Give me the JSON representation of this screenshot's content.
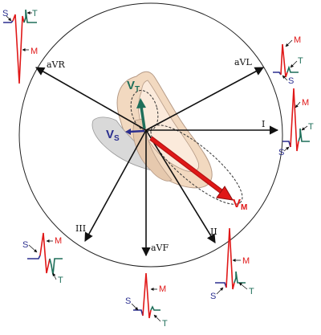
{
  "leads": {
    "aVR": "aVR",
    "aVL": "aVL",
    "I": "I",
    "II": "II",
    "III": "III",
    "aVF": "aVF"
  },
  "vectors": {
    "s": {
      "main": "V",
      "sub": "S"
    },
    "t": {
      "main": "V",
      "sub": "T"
    },
    "m": {
      "main": "V",
      "sub": "M"
    }
  },
  "wave_labels": {
    "s": "S",
    "m": "M",
    "t": "T"
  },
  "colors": {
    "s": "#2b2f8f",
    "m": "#e01818",
    "t": "#1f6f5a",
    "heart_outer": "#f2d9c0",
    "heart_edge": "#b59a86",
    "heart_inner": "#d6d6d6"
  }
}
